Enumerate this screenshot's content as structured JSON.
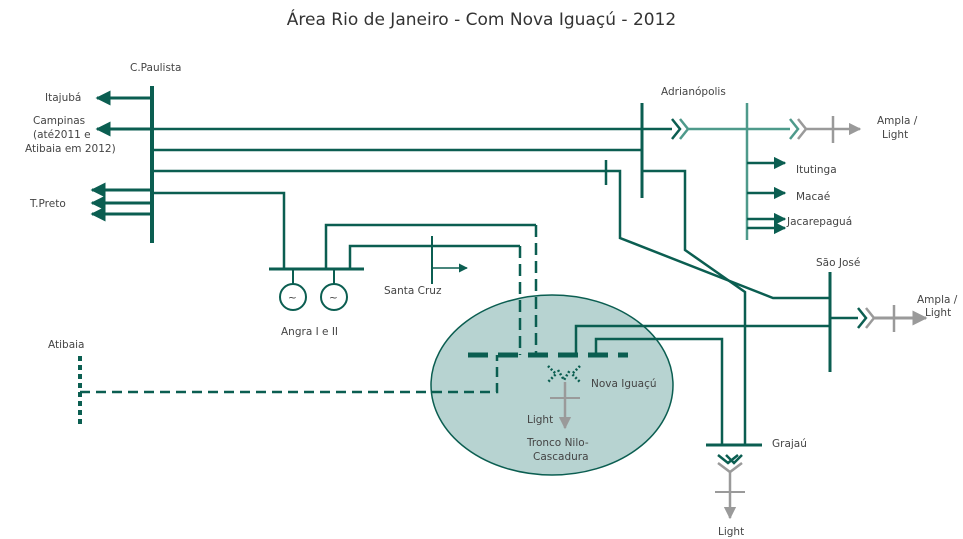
{
  "title": "Área Rio de Janeiro - Com Nova Iguaçú - 2012",
  "colors": {
    "line": "#0b5e51",
    "line_light": "#4e9a8b",
    "gray": "#9a9a9a",
    "ellipse_fill": "#b7d3d1",
    "text": "#444444"
  },
  "labels": {
    "c_paulista": "C.Paulista",
    "itajuba": "Itajubá",
    "campinas_1": "Campinas",
    "campinas_2": "(até2011 e",
    "campinas_3": "Atibaia em 2012)",
    "t_preto": "T.Preto",
    "adrianopolis": "Adrianópolis",
    "ampla_light_1a": "Ampla /",
    "ampla_light_1b": "Light",
    "itutinga": "Itutinga",
    "macae": "Macaé",
    "jacarepagua": "Jacarepaguá",
    "sao_jose": "São José",
    "ampla_light_2a": "Ampla /",
    "ampla_light_2b": "Light",
    "santa_cruz": "Santa Cruz",
    "angra": "Angra I e II",
    "atibaia": "Atibaia",
    "nova_iguacu": "Nova Iguaçú",
    "light_ni": "Light",
    "tronco_1": "Tronco Nilo-",
    "tronco_2": "Cascadura",
    "grajau": "Grajaú",
    "light_grajau": "Light",
    "generator_symbol": "~"
  }
}
